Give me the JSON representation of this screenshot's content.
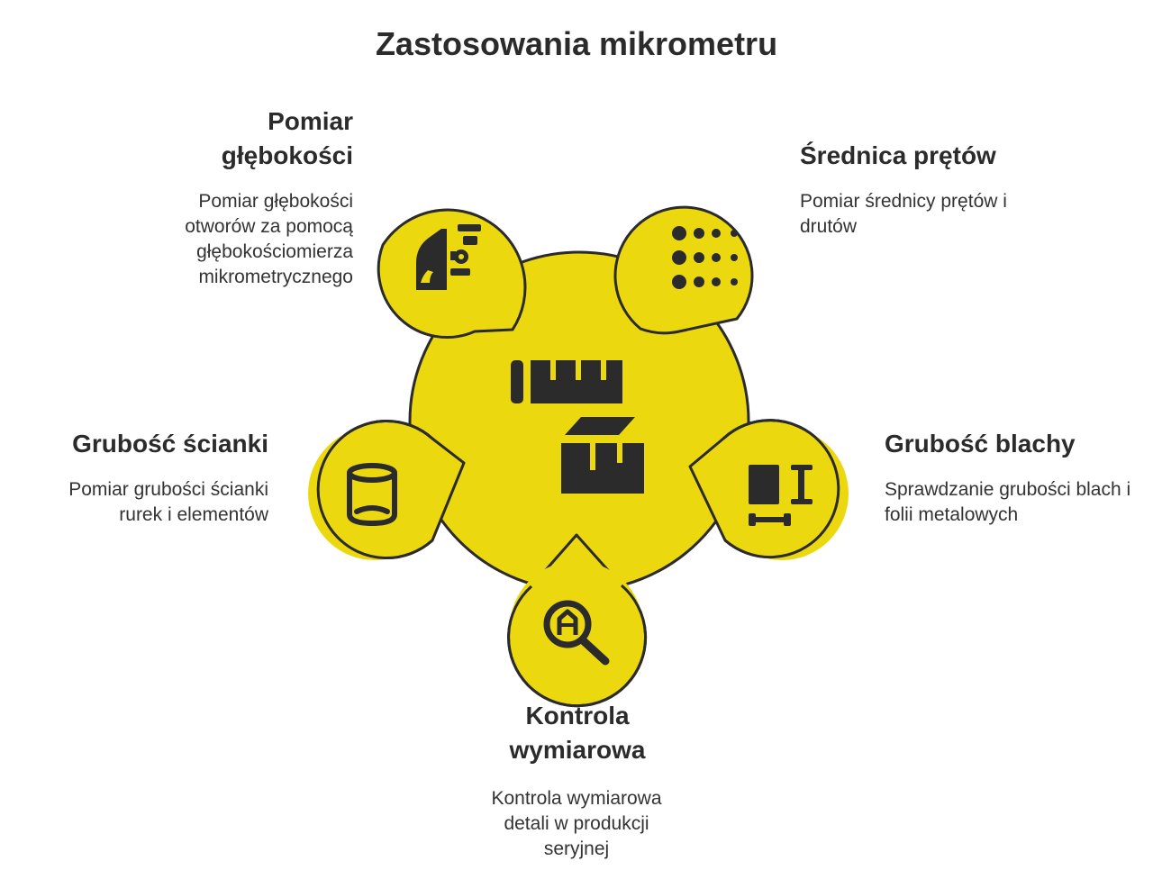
{
  "title": "Zastosowania mikrometru",
  "colors": {
    "yellow": "#ecd80f",
    "outline": "#2b2b2b",
    "text": "#2b2b2b"
  },
  "center": {
    "icon": "micrometer-icon"
  },
  "items": [
    {
      "title": "Pomiar głębokości",
      "description": "Pomiar głębokości otworów za pomocą głębokościomierza mikrometrycznego",
      "icon": "depth-gauge-icon"
    },
    {
      "title": "Średnica prętów",
      "description": "Pomiar średnicy prętów i drutów",
      "icon": "dot-grid-icon"
    },
    {
      "title": "Grubość blachy",
      "description": "Sprawdzanie grubości blach i folii metalowych",
      "icon": "sheet-dimension-icon"
    },
    {
      "title": "Kontrola wymiarowa",
      "description": "Kontrola wymiarowa detali w produkcji seryjnej",
      "icon": "magnifier-inspection-icon"
    },
    {
      "title": "Grubość ścianki",
      "description": "Pomiar grubości ścianki rurek i elementów",
      "icon": "cylinder-icon"
    }
  ]
}
